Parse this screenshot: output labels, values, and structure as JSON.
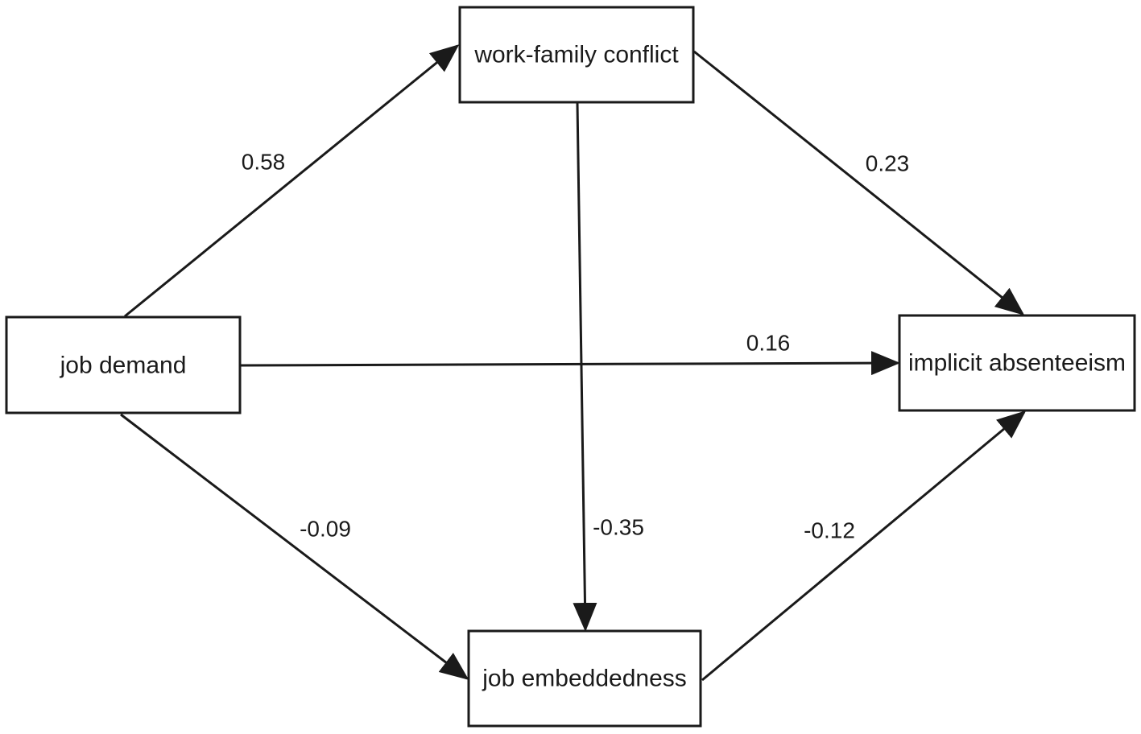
{
  "nodes": {
    "work_family_conflict": "work-family conflict",
    "job_demand": "job demand",
    "implicit_absenteeism": "implicit absenteeism",
    "job_embeddedness": "job embeddedness"
  },
  "paths": [
    {
      "from": "job_demand",
      "to": "work_family_conflict",
      "coefficient": "0.58"
    },
    {
      "from": "work_family_conflict",
      "to": "implicit_absenteeism",
      "coefficient": "0.23"
    },
    {
      "from": "job_demand",
      "to": "implicit_absenteeism",
      "coefficient": "0.16"
    },
    {
      "from": "job_demand",
      "to": "job_embeddedness",
      "coefficient": "-0.09"
    },
    {
      "from": "work_family_conflict",
      "to": "job_embeddedness",
      "coefficient": "-0.35"
    },
    {
      "from": "job_embeddedness",
      "to": "implicit_absenteeism",
      "coefficient": "-0.12"
    }
  ],
  "colors": {
    "stroke": "#1a1a1a",
    "background": "#ffffff"
  }
}
